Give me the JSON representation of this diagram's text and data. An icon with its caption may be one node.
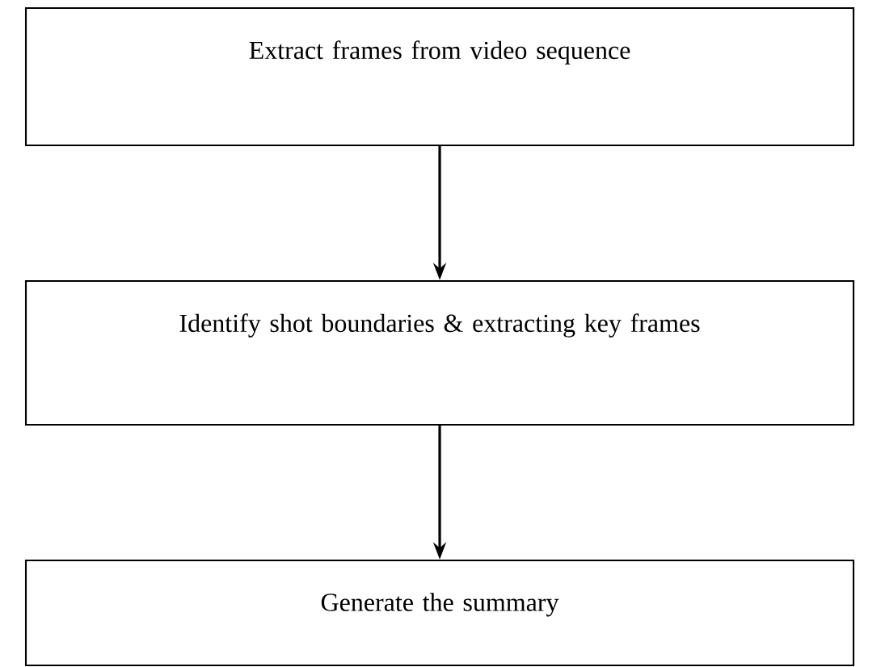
{
  "diagram": {
    "nodes": [
      {
        "text": [
          "Extract frames from video sequence"
        ]
      },
      {
        "text": [
          "Identify shot boundaries & extracting key frames"
        ]
      },
      {
        "text": [
          "Generate the summary"
        ]
      }
    ],
    "edges": [
      {
        "from": 0,
        "to": 1,
        "arrow": "to"
      },
      {
        "from": 1,
        "to": 2,
        "arrow": "to"
      }
    ]
  }
}
